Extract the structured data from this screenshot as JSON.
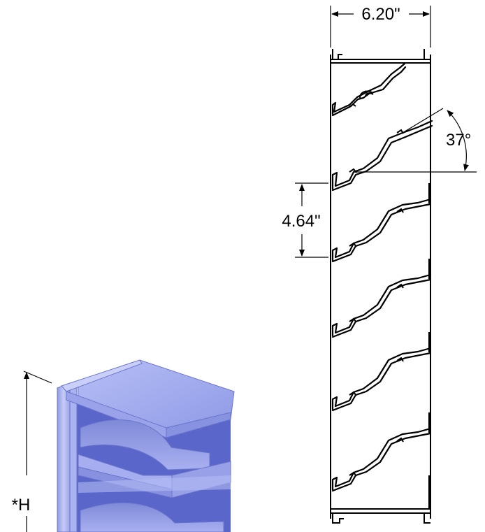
{
  "diagram": {
    "width_label": "6.20\"",
    "pitch_label": "4.64\"",
    "angle_label": "37°",
    "height_label": "*H"
  }
}
